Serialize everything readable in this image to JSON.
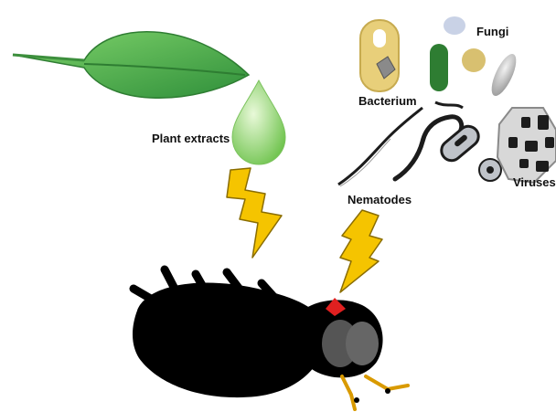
{
  "labels": {
    "plant_extracts": "Plant extracts",
    "bacterium": "Bacterium",
    "fungi": "Fungi",
    "nematodes": "Nematodes",
    "viruses": "Viruses"
  },
  "colors": {
    "leaf": "#4caf50",
    "leaf_dark": "#2e7d32",
    "droplet": "#8bd06a",
    "bolt": "#f5c400",
    "bolt_outline": "#8a6d00",
    "insect": "#000000",
    "insect_eye": "#555555",
    "antenna": "#d99a00",
    "insect_accent": "#e02020",
    "bacterium_shell": "#e8cf7a",
    "fungi_green": "#2e7d32",
    "fungi_yellow": "#d8c070",
    "virus_gray": "#bfbfbf"
  },
  "icons": [
    "leaf-icon",
    "droplet-icon",
    "lightning-bolt-icon",
    "bacterium-icon",
    "fungi-spore-icon",
    "nematode-icon",
    "virus-icon",
    "insect-icon"
  ]
}
